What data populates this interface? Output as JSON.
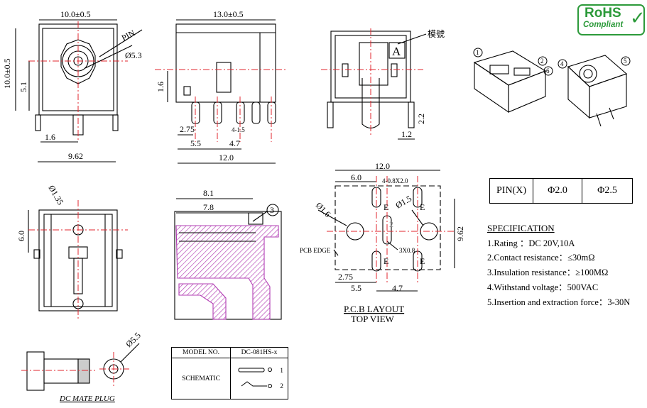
{
  "rohs": {
    "line1": "RoHS",
    "line2": "Compliant"
  },
  "front_view": {
    "dim_width": "10.0±0.5",
    "dim_height": "10.0±0.5",
    "dim_center": "5.1",
    "dim_pin_offset": "1.6",
    "dim_pin_span": "9.62",
    "label_pin": "PIN",
    "label_dia": "Ø5.3"
  },
  "side_view": {
    "dim_length": "13.0±0.5",
    "dim_height": "1.6",
    "dim_a": "2.75",
    "dim_b": "4-1.5",
    "dim_c": "5.5",
    "dim_d": "4.7",
    "dim_total": "12.0"
  },
  "rear_view": {
    "label_mold": "模號",
    "letter": "A",
    "dim_a": "2.2",
    "dim_b": "1.2"
  },
  "bottom_view": {
    "dim_hole": "Ø1.35",
    "dim_height": "6.0"
  },
  "section_view": {
    "dim_a": "8.1",
    "dim_b": "7.8",
    "callout": "3"
  },
  "pcb": {
    "dim_width": "12.0",
    "dim_a": "6.0",
    "slot": "4-0.8X2.0",
    "dim_hole1": "Ø1.6",
    "dim_hole2": "Ø1.5",
    "slot2": "3X0.8",
    "dim_height": "9.62",
    "dim_b": "2.75",
    "dim_c": "5.5",
    "dim_d": "4.7",
    "label_edge": "PCB EDGE",
    "mark_e": "E",
    "mark_2": "2",
    "title": "P.C.B LAYOUT",
    "subtitle": "TOP VIEW"
  },
  "callouts": [
    "1",
    "2",
    "6",
    "4",
    "5"
  ],
  "pin_table": {
    "col1": "PIN(X)",
    "col2": "Φ2.0",
    "col3": "Φ2.5"
  },
  "specification": {
    "title": "SPECIFICATION",
    "items": [
      "1.Rating ：DC 20V,10A",
      "2.Contact resistance：≤30mΩ",
      "3.Insulation resistance：≥100MΩ",
      "4.Withstand voltage：500VAC",
      "5.Insertion and extraction force：3-30N"
    ]
  },
  "plug": {
    "label": "DC MATE PLUG",
    "dim": "Ø5.5"
  },
  "model_table": {
    "h1": "MODEL NO.",
    "h2": "DC-081HS-x",
    "row_label": "SCHEMATIC",
    "p1": "1",
    "p2": "2"
  }
}
